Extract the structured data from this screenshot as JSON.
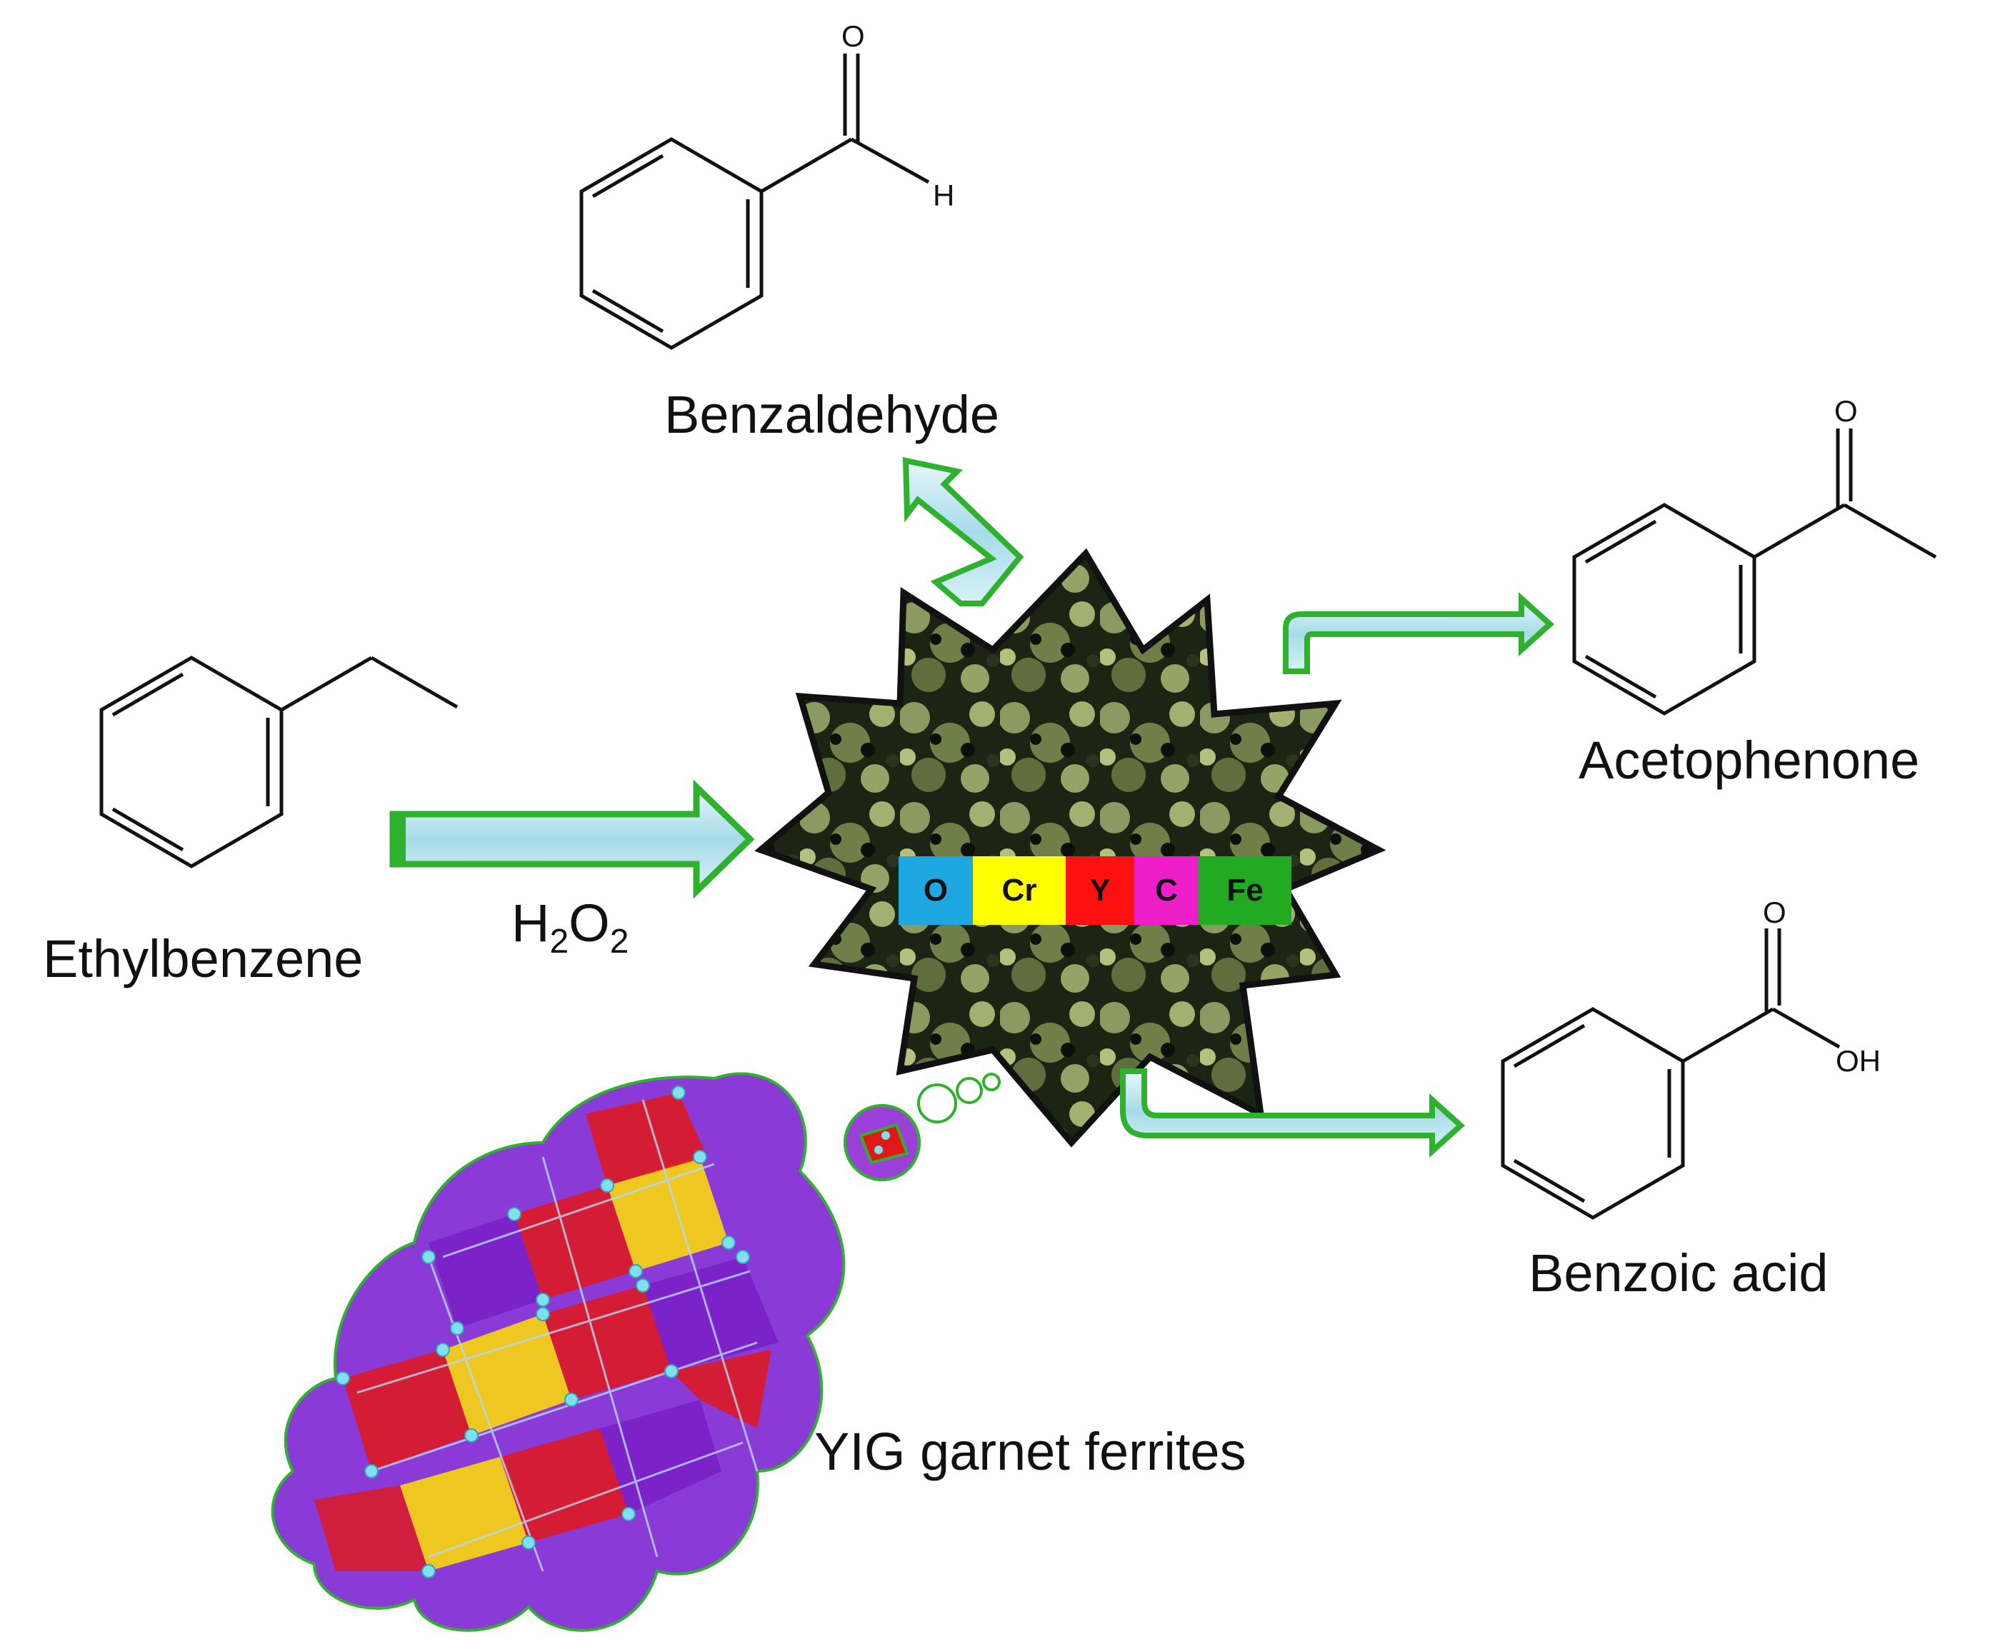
{
  "molecules": {
    "ethylbenzene": "Ethylbenzene",
    "benzaldehyde": "Benzaldehyde",
    "acetophenone": "Acetophenone",
    "benzoic_acid": "Benzoic acid"
  },
  "reagent": {
    "base": "H",
    "sub1": "2",
    "mid": "O",
    "sub2": "2"
  },
  "atoms": {
    "o": "O",
    "h": "H",
    "oh": "OH"
  },
  "catalyst_label": "YIG garnet ferrites",
  "element_legend": [
    {
      "symbol": "O",
      "color": "#1ea7e1"
    },
    {
      "symbol": "Cr",
      "color": "#ffff00"
    },
    {
      "symbol": "Y",
      "color": "#ff1010"
    },
    {
      "symbol": "C",
      "color": "#ee1ecb"
    },
    {
      "symbol": "Fe",
      "color": "#22aa22"
    }
  ],
  "colors": {
    "arrow_outline": "#2fb02f",
    "arrow_fill": "#b8e4f0"
  }
}
